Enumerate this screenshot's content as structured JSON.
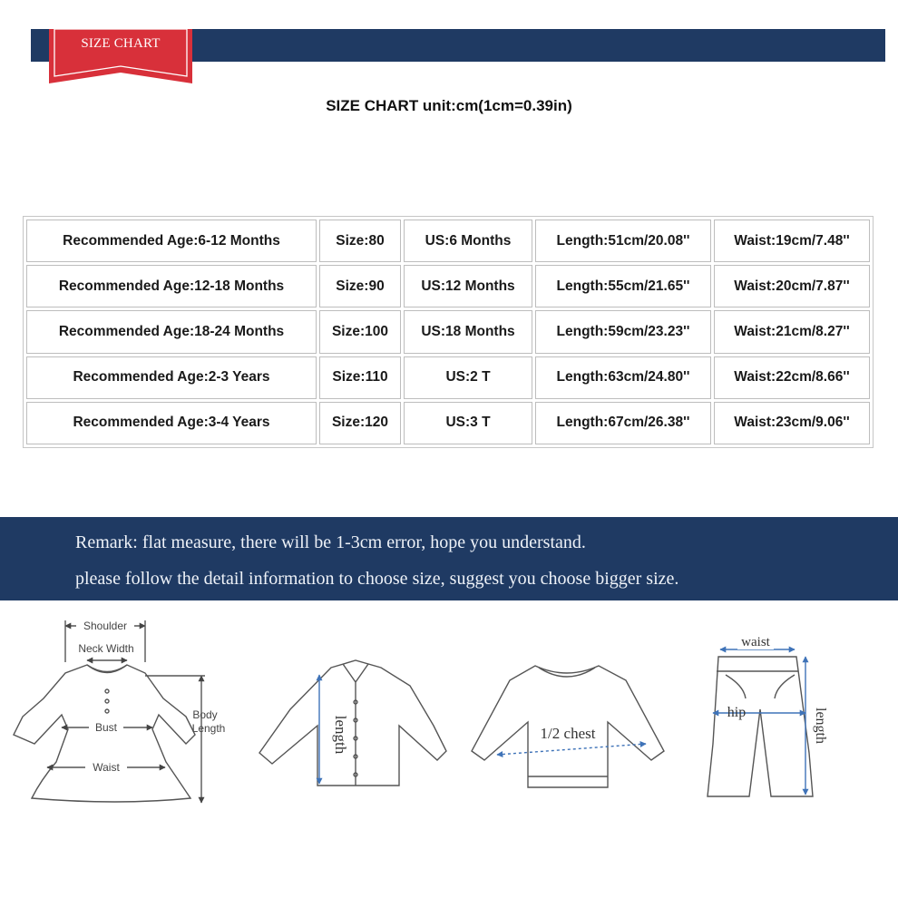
{
  "header": {
    "badge_label": "SIZE CHART",
    "title": "SIZE CHART unit:cm(1cm=0.39in)",
    "bar_color": "#1f3a63",
    "badge_color": "#d8303a"
  },
  "size_table": {
    "rows": [
      [
        "Recommended Age:6-12 Months",
        "Size:80",
        "US:6 Months",
        "Length:51cm/20.08''",
        "Waist:19cm/7.48''"
      ],
      [
        "Recommended Age:12-18 Months",
        "Size:90",
        "US:12 Months",
        "Length:55cm/21.65''",
        "Waist:20cm/7.87''"
      ],
      [
        "Recommended Age:18-24 Months",
        "Size:100",
        "US:18 Months",
        "Length:59cm/23.23''",
        "Waist:21cm/8.27''"
      ],
      [
        "Recommended Age:2-3 Years",
        "Size:110",
        "US:2 T",
        "Length:63cm/24.80''",
        "Waist:22cm/8.66''"
      ],
      [
        "Recommended Age:3-4 Years",
        "Size:120",
        "US:3 T",
        "Length:67cm/26.38''",
        "Waist:23cm/9.06''"
      ]
    ]
  },
  "remark": {
    "line1": "Remark: flat measure, there will be 1-3cm error, hope you understand.",
    "line2": "please follow the detail information to choose size, suggest you choose bigger size."
  },
  "diagrams": {
    "dress": {
      "shoulder": "Shoulder",
      "neck_width": "Neck Width",
      "bust": "Bust",
      "waist": "Waist",
      "body": "Body",
      "length": "Length"
    },
    "shirt": {
      "length": "length"
    },
    "sweater": {
      "chest": "1/2 chest"
    },
    "pants": {
      "waist": "waist",
      "hip": "hip",
      "length": "length"
    }
  }
}
